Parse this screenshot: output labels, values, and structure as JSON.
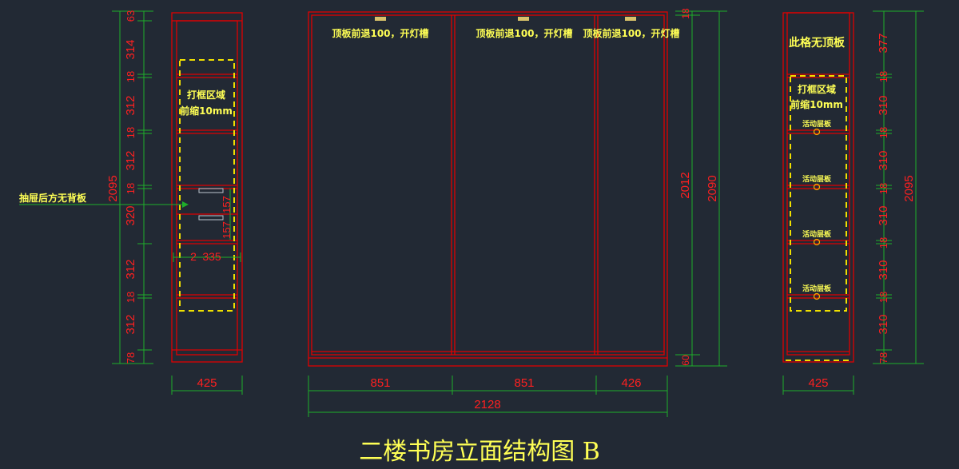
{
  "title": "二楼书房立面结构图 B",
  "notes": {
    "top_board": "顶板前退100，开灯槽",
    "no_top": "此格无顶板",
    "frame_line1": "打框区域",
    "frame_line2": "前缩10mm",
    "no_back": "抽屉后方无背板",
    "shelf": "活动层板"
  },
  "dims": {
    "left_col": [
      "63",
      "314",
      "18",
      "312",
      "18",
      "312",
      "18",
      "320",
      "312",
      "18",
      "312",
      "78"
    ],
    "left_total": "2095",
    "left_width": "425",
    "drawer_h": "157",
    "drawer_w2": "2",
    "drawer_w": "335",
    "mid_height": "2012",
    "mid_total": "2090",
    "mid_top": "18",
    "mid_bottom": "60",
    "mid_widths": [
      "851",
      "851",
      "426"
    ],
    "mid_total_width": "2128",
    "right_col": [
      "377",
      "18",
      "310",
      "18",
      "310",
      "18",
      "310",
      "18",
      "310",
      "18",
      "310",
      "78"
    ],
    "right_total": "2095",
    "right_width": "425"
  },
  "colors": {
    "background": "#222934",
    "lines": "#e00000",
    "dims": "#1fae2a",
    "notes": "#ffff55"
  }
}
